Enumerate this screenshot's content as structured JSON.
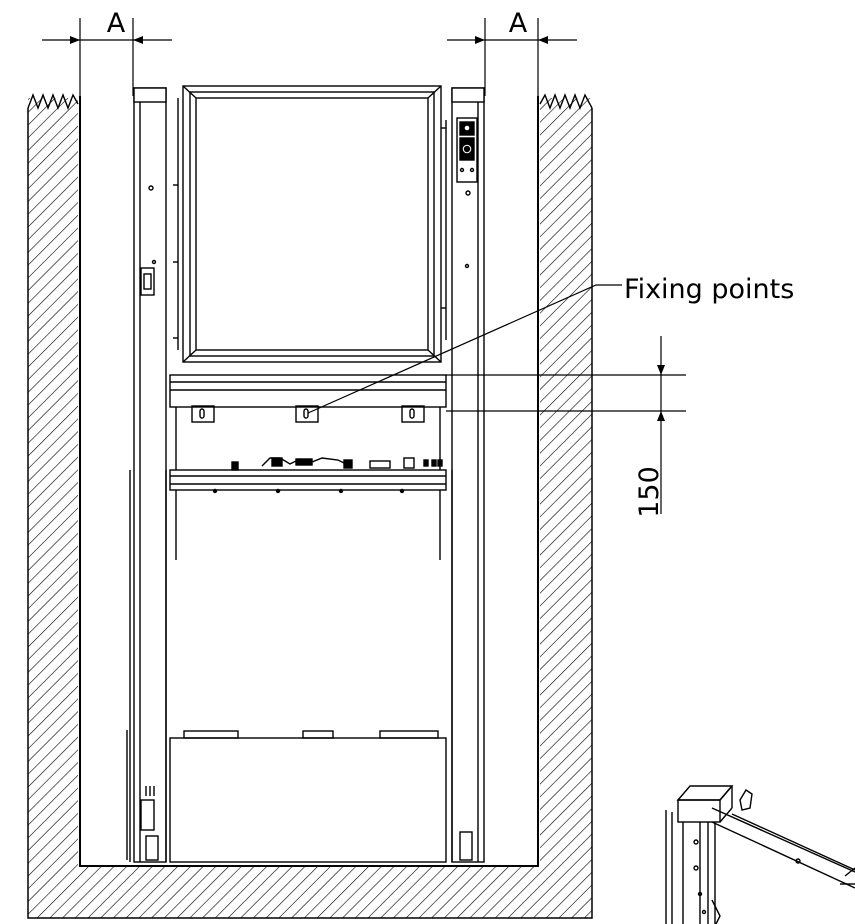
{
  "labels": {
    "gap_left": "A",
    "gap_right": "A",
    "fixing_points": "Fixing points",
    "spacing_dimension": "150"
  },
  "colors": {
    "line": "#000000",
    "background": "#ffffff"
  }
}
